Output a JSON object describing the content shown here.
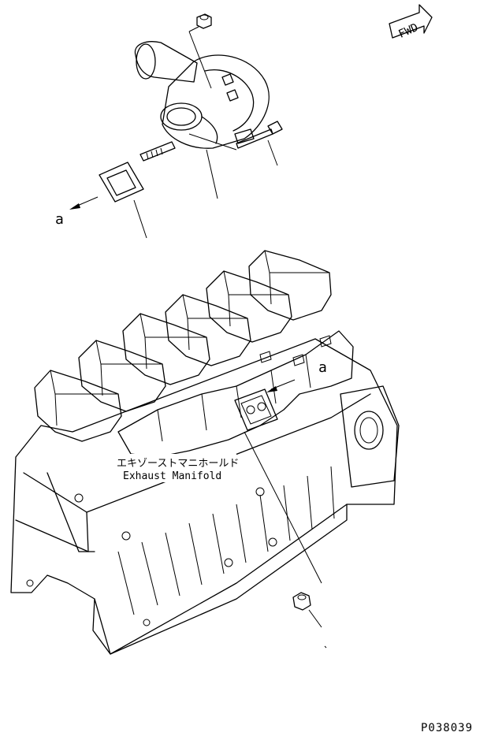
{
  "labels": {
    "part_jp": "エキゾーストマニホールド",
    "part_en": "Exhaust Manifold",
    "direction": "FWD",
    "ref_a_top": "a",
    "ref_a_bottom": "a",
    "drawing_number": "P038039"
  },
  "icons": {
    "direction_arrow": "fwd-arrow-icon"
  }
}
